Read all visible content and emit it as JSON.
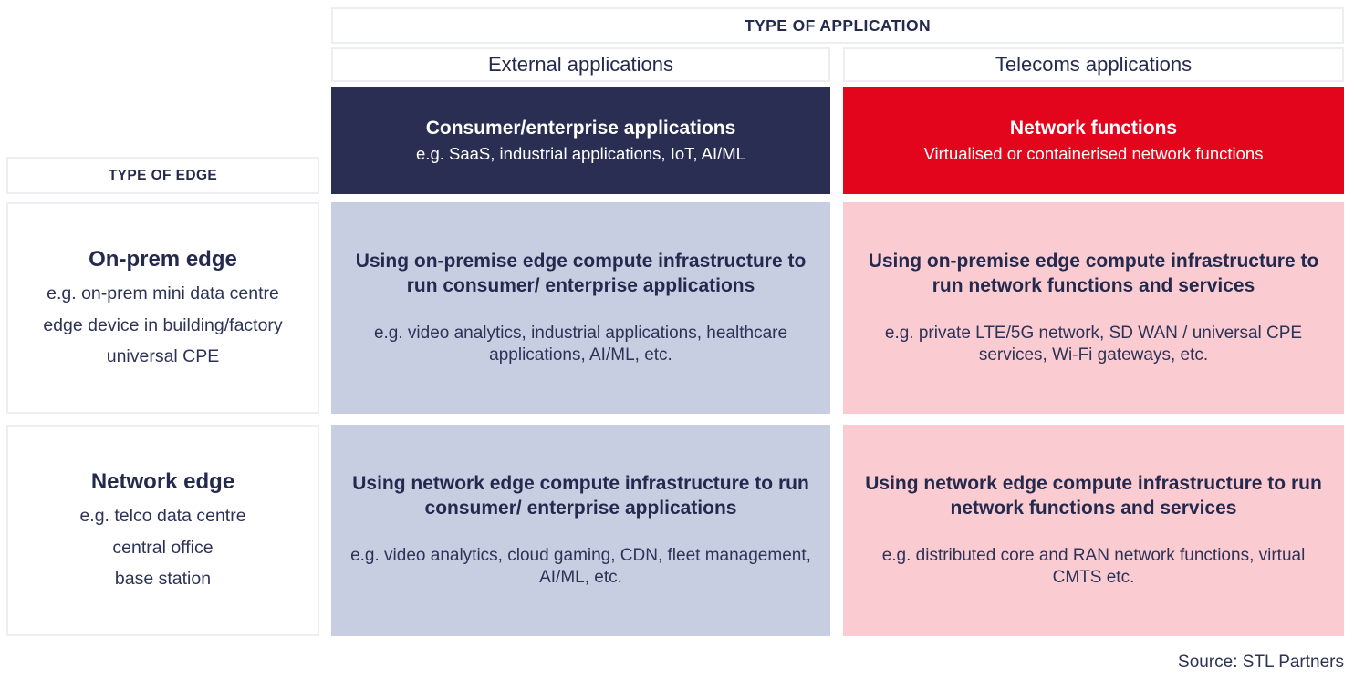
{
  "matrix": {
    "column_axis": {
      "banner_label": "TYPE OF APPLICATION",
      "groups": [
        {
          "label": "External applications"
        },
        {
          "label": "Telecoms applications"
        }
      ],
      "headers": [
        {
          "title": "Consumer/enterprise applications",
          "subtitle": "e.g. SaaS, industrial applications, IoT, AI/ML",
          "background": "#2a2e52",
          "text_color": "#ffffff"
        },
        {
          "title": "Network functions",
          "subtitle": "Virtualised or containerised network functions",
          "background": "#e3051b",
          "text_color": "#ffffff"
        }
      ]
    },
    "row_axis": {
      "banner_label": "TYPE OF EDGE",
      "rows": [
        {
          "title": "On-prem edge",
          "details": [
            "e.g. on-prem mini data centre",
            "edge device in building/factory",
            "universal CPE"
          ]
        },
        {
          "title": "Network edge",
          "details": [
            "e.g. telco data centre",
            "central office",
            "base station"
          ]
        }
      ]
    },
    "cells": [
      {
        "row": "On-prem edge",
        "column": "Consumer/enterprise applications",
        "title": "Using on-premise edge compute infrastructure to run consumer/ enterprise applications",
        "example": "e.g. video analytics, industrial applications, healthcare applications, AI/ML, etc.",
        "background": "#c8cee2"
      },
      {
        "row": "On-prem edge",
        "column": "Network functions",
        "title": "Using on-premise edge compute infrastructure to run network functions and services",
        "example": "e.g. private LTE/5G network, SD WAN / universal CPE services, Wi-Fi gateways, etc.",
        "background": "#fbcbd2"
      },
      {
        "row": "Network edge",
        "column": "Consumer/enterprise applications",
        "title": "Using network edge compute infrastructure to run consumer/ enterprise applications",
        "example": "e.g. video analytics, cloud gaming, CDN, fleet management, AI/ML, etc.",
        "background": "#c8cee2"
      },
      {
        "row": "Network edge",
        "column": "Network functions",
        "title": "Using network edge compute infrastructure to run network functions and services",
        "example": "e.g. distributed core and RAN network functions, virtual CMTS etc.",
        "background": "#fbcbd2"
      }
    ]
  },
  "footer": {
    "source": "Source: STL Partners"
  },
  "palette": {
    "navy": "#2a2e52",
    "red": "#e3051b",
    "lavender": "#c8cee2",
    "pink": "#fbcbd2",
    "text_navy": "#242a4d",
    "border_grey": "#eceef1",
    "page_background": "#ffffff"
  }
}
